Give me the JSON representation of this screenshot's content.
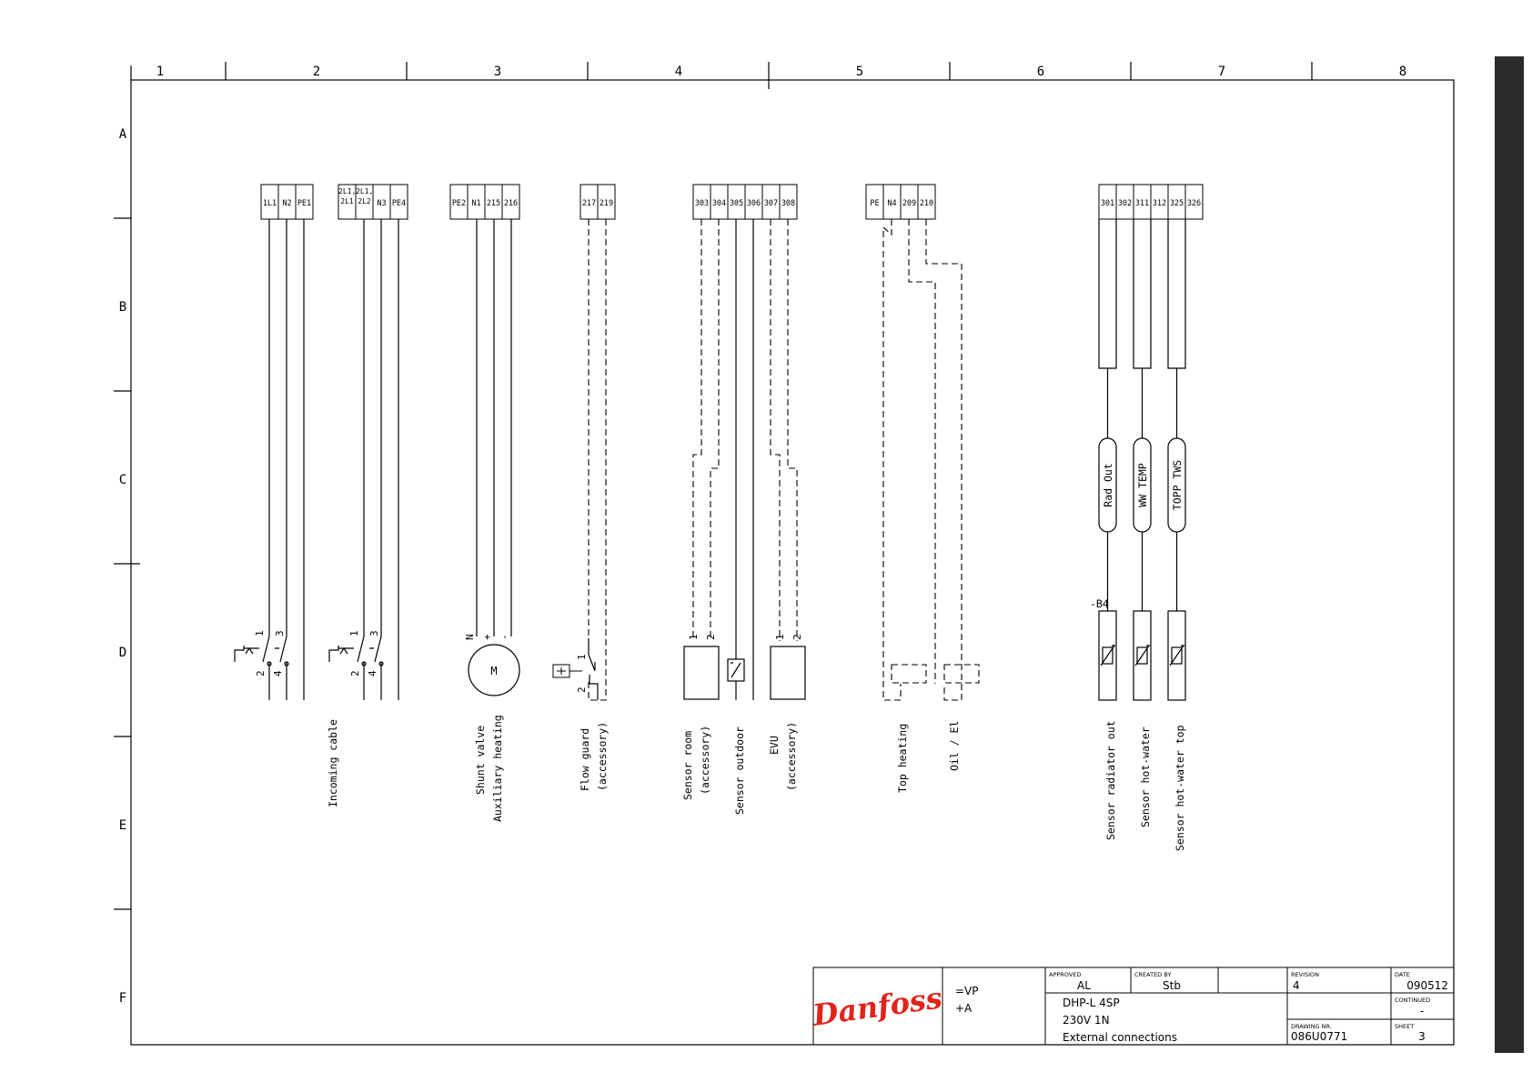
{
  "frame": {
    "columns": [
      "1",
      "2",
      "3",
      "4",
      "5",
      "6",
      "7",
      "8"
    ],
    "rows": [
      "A",
      "B",
      "C",
      "D",
      "E",
      "F"
    ]
  },
  "groups": {
    "incoming1": {
      "terminals": [
        "1L1",
        "N2",
        "PE1"
      ]
    },
    "incoming2": {
      "terminals": [
        "2L1,\n2L1",
        "2L1,\n2L2",
        "N3",
        "PE4"
      ]
    },
    "shunt": {
      "terminals": [
        "PE2",
        "N1",
        "215",
        "216"
      ],
      "pins": [
        "N",
        "+",
        "-"
      ],
      "motor_label": "M"
    },
    "flow": {
      "terminals": [
        "217",
        "219"
      ],
      "pins": [
        "1",
        "2"
      ]
    },
    "sensors4": {
      "terminals": [
        "303",
        "304",
        "305",
        "306",
        "307",
        "308"
      ]
    },
    "heating": {
      "terminals": [
        "PE",
        "N4",
        "209",
        "210"
      ]
    },
    "sensors7": {
      "terminals": [
        "301",
        "302",
        "311",
        "312",
        "325",
        "326"
      ],
      "ref": "-B4"
    }
  },
  "switch_pins": {
    "top": [
      "1",
      "3"
    ],
    "bottom": [
      "2",
      "4"
    ]
  },
  "sensor_pins": [
    "1",
    "2"
  ],
  "sensor_tags": [
    "Rad Out",
    "WW TEMP",
    "TOPP TWS"
  ],
  "descriptions": {
    "incoming": "Incoming cable",
    "shunt_1": "Shunt valve",
    "shunt_2": "Auxiliary heating",
    "flow_1": "Flow guard",
    "flow_2": "(accessory)",
    "room_1": "Sensor room",
    "room_2": "(accessory)",
    "outdoor": "Sensor outdoor",
    "evu_1": "EVU",
    "evu_2": "(accessory)",
    "top_heating": "Top heating",
    "oil_el": "Oil / El",
    "rad_out": "Sensor radiator out",
    "hot_water": "Sensor hot-water",
    "hot_water_top": "Sensor hot-water top"
  },
  "title_block": {
    "logo": "Danfoss",
    "designation_1": "=VP",
    "designation_2": "+A",
    "approved_label": "APPROVED",
    "approved": "AL",
    "created_label": "CREATED BY",
    "created": "Stb",
    "revision_label": "REVISION",
    "revision": "4",
    "date_label": "DATE",
    "date": "090512",
    "continued_label": "CONTINUED",
    "continued": "-",
    "product": "DHP-L 4SP",
    "voltage": "230V 1N",
    "subject": "External connections",
    "drawing_nr_label": "DRAWING NR.",
    "drawing_nr": "086U0771",
    "sheet_label": "SHEET",
    "sheet": "3"
  },
  "colors": {
    "logo": "#e2231a",
    "line": "#000000",
    "side_bar": "#2b2b2b"
  }
}
